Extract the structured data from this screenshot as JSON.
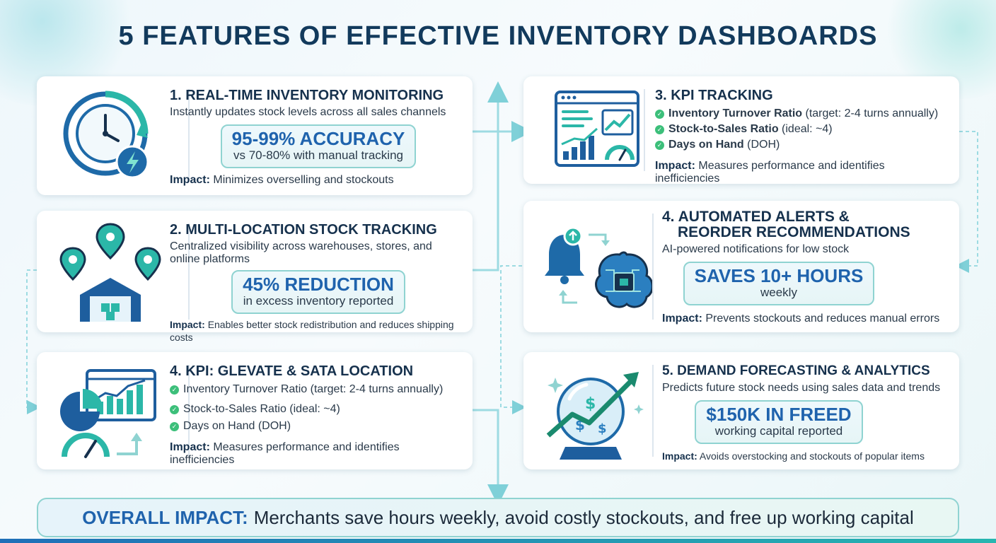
{
  "title": "5 FEATURES OF EFFECTIVE INVENTORY DASHBOARDS",
  "colors": {
    "navy": "#123a5c",
    "accent_blue": "#1f63ad",
    "teal": "#27b6b0",
    "check_green": "#3cbf7a",
    "stat_border": "#8fd3d1"
  },
  "cards": {
    "realtime": {
      "icon": "clock-lightning-icon",
      "title": "1. REAL-TIME INVENTORY MONITORING",
      "desc": "Instantly updates stock levels across all sales channels",
      "stat_big": "95-99% ACCURACY",
      "stat_small": "vs 70-80% with manual tracking",
      "impact_label": "Impact:",
      "impact_text": "Minimizes overselling and stockouts"
    },
    "multilocation": {
      "icon": "warehouse-pins-icon",
      "title": "2. MULTI-LOCATION STOCK TRACKING",
      "desc": "Centralized visibility across warehouses, stores, and online platforms",
      "stat_big": "45% REDUCTION",
      "stat_small": "in excess inventory reported",
      "impact_label": "Impact:",
      "impact_text": "Enables better stock redistribution and reduces shipping costs"
    },
    "kpi_left": {
      "icon": "dashboard-charts-icon",
      "title": "4. KPI: GLEVATE & SATA LOCATION",
      "items": [
        "Inventory Turnover Ratio (target: 2-4 turns annually)",
        "Stock-to-Sales Ratio (ideal: ~4)",
        "Days on Hand (DOH)"
      ],
      "impact_label": "Impact:",
      "impact_text": "Measures performance and identifies inefficiencies"
    },
    "kpi": {
      "icon": "monitor-charts-icon",
      "title": "3. KPI TRACKING",
      "items": [
        {
          "bold": "Inventory Turnover Ratio",
          "rest": " (target: 2-4 turns annually)"
        },
        {
          "bold": "Stock-to-Sales Ratio",
          "rest": " (ideal: ~4)"
        },
        {
          "bold": "Days on Hand",
          "rest": " (DOH)"
        }
      ],
      "impact_label": "Impact:",
      "impact_text": "Measures performance and identifies inefficiencies"
    },
    "alerts": {
      "icon": "bell-brain-icon",
      "title_line1": "4. AUTOMATED ALERTS &",
      "title_line2": "REORDER RECOMMENDATIONS",
      "desc": "AI-powered notifications for low stock",
      "stat_big": "SAVES 10+ HOURS",
      "stat_small": "weekly",
      "impact_label": "Impact:",
      "impact_text": "Prevents stockouts and reduces manual errors"
    },
    "forecast": {
      "icon": "crystal-ball-growth-icon",
      "title": "5. DEMAND FORECASTING & ANALYTICS",
      "desc": "Predicts future stock needs using sales data and trends",
      "stat_big": "$150K IN FREED",
      "stat_small": "working capital reported",
      "impact_label": "Impact:",
      "impact_text": "Avoids overstocking and stockouts of popular items"
    }
  },
  "overall": {
    "label": "OVERALL IMPACT:",
    "text": "Merchants save hours weekly, avoid costly stockouts, and free up working capital"
  }
}
